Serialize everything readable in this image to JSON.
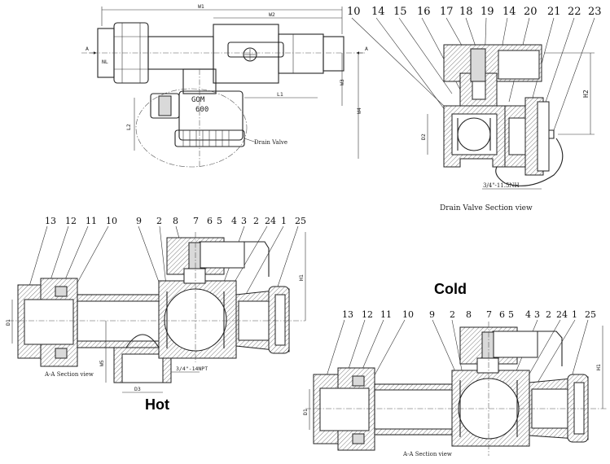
{
  "top_view": {
    "dims": [
      "W1",
      "W2",
      "W3",
      "W4",
      "L1",
      "L2",
      "A",
      "A"
    ],
    "nut_label": "NL",
    "drain_text": [
      "GOM",
      "600"
    ],
    "drain_label": "Drain Valve"
  },
  "drain_section": {
    "callouts": [
      "10",
      "14",
      "15",
      "16",
      "17",
      "18",
      "19",
      "14",
      "20",
      "21",
      "22",
      "23"
    ],
    "dims": [
      "D2",
      "H2"
    ],
    "thread": "3/4\"-11.5NH",
    "caption": "Drain Valve Section view"
  },
  "hot_section": {
    "callouts": [
      "13",
      "12",
      "11",
      "10",
      "9",
      "2",
      "8",
      "7",
      "6",
      "5",
      "4",
      "3",
      "2",
      "24",
      "1",
      "25"
    ],
    "dims": [
      "H1",
      "D1",
      "W5",
      "D3"
    ],
    "thread": "3/4\"-14NPT",
    "caption": "A-A Section view",
    "label": "Hot"
  },
  "cold_section": {
    "label": "Cold",
    "callouts": [
      "13",
      "12",
      "11",
      "10",
      "9",
      "2",
      "8",
      "7",
      "6",
      "5",
      "4",
      "3",
      "2",
      "24",
      "1",
      "25"
    ],
    "dims": [
      "H1",
      "D1"
    ],
    "caption": "A-A Section view"
  }
}
